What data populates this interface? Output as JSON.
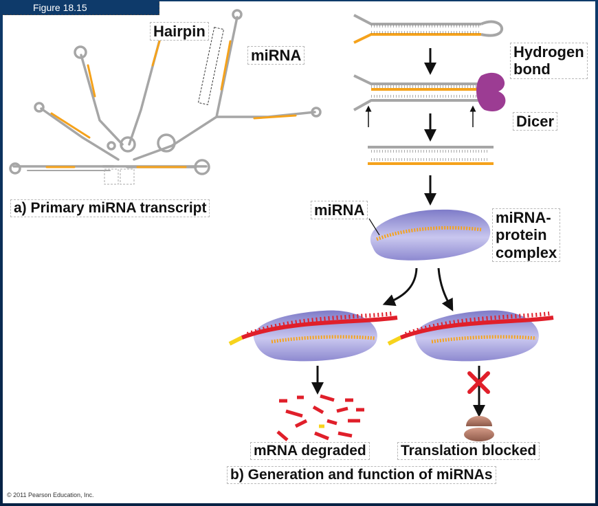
{
  "figure_label": "Figure 18.15",
  "labels": {
    "hairpin": "Hairpin",
    "mirna_top": "miRNA",
    "hydrogen_bond": "Hydrogen\nbond",
    "dicer": "Dicer",
    "mirna_mid": "miRNA",
    "complex": "miRNA-\nprotein\ncomplex",
    "mrna_degraded": "mRNA degraded",
    "translation_blocked": "Translation blocked",
    "caption_a": "a) Primary miRNA transcript",
    "caption_b": "b) Generation and function of miRNAs"
  },
  "copyright": "© 2011 Pearson Education, Inc.",
  "colors": {
    "rna_gray": "#a6a6a6",
    "mirna_orange": "#f5a21b",
    "mrna_red": "#e01f2a",
    "protein_purple": "#8e8ad0",
    "dicer_purple": "#9c3c93",
    "ribosome_brown": "#b27a6a",
    "cap_yellow": "#f7d31c"
  }
}
